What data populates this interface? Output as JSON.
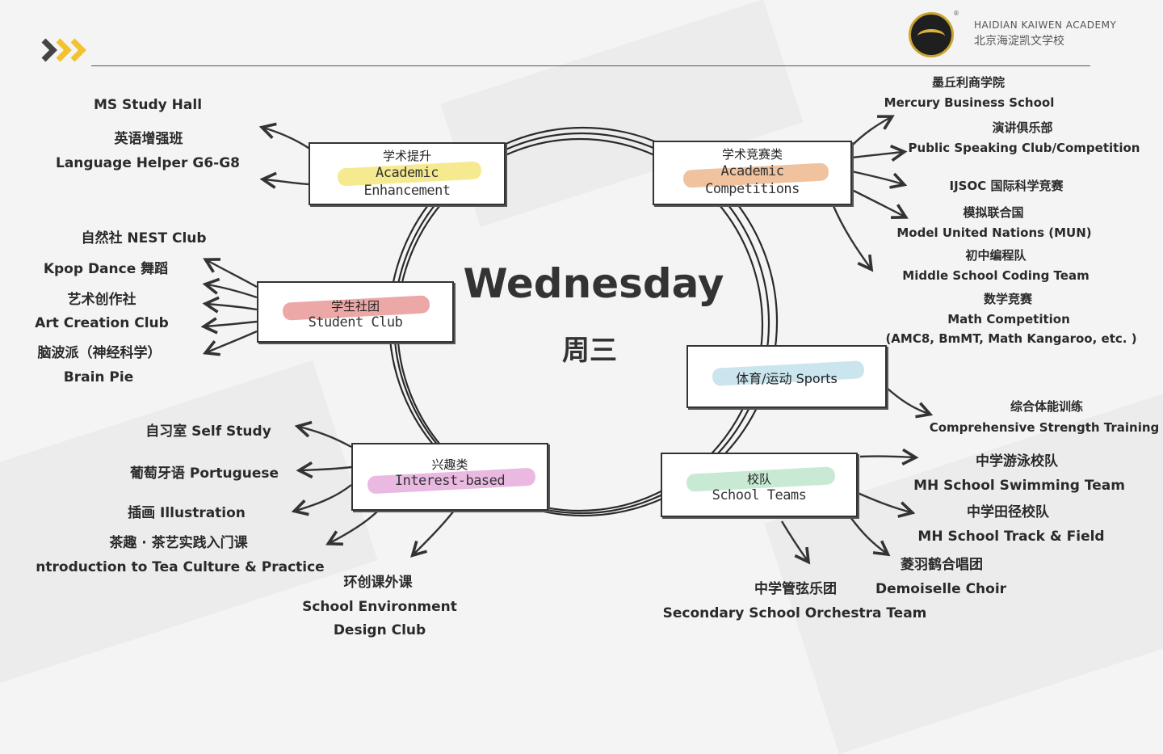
{
  "header": {
    "school_en": "HAIDIAN KAIWEN ACADEMY",
    "school_zh": "北京海淀凯文学校",
    "logo_reg": "®",
    "chevron_color": "#f2c230"
  },
  "center": {
    "title": "Wednesday",
    "subtitle": "周三"
  },
  "categories": {
    "academic_enhancement": {
      "zh": "学术提升",
      "en": "Academic Enhancement",
      "color": "#f3e36b"
    },
    "academic_competitions": {
      "zh": "学术竞赛类",
      "en": "Academic Competitions",
      "color": "#ecae7e"
    },
    "student_club": {
      "zh": "学生社团",
      "en": "Student Club",
      "color": "#e58a8a"
    },
    "sports": {
      "zh": "体育/运动 Sports",
      "color": "#b9dcea"
    },
    "interest_based": {
      "zh": "兴趣类",
      "en": "Interest-based",
      "color": "#e2a2d8"
    },
    "school_teams": {
      "zh": "校队",
      "en": "School Teams",
      "color": "#b6e3c6"
    }
  },
  "activities": {
    "ms_study_hall": "MS Study Hall",
    "lang_helper_zh": "英语增强班",
    "lang_helper_en": "Language Helper G6-G8",
    "mercury_zh": "墨丘利商学院",
    "mercury_en": "Mercury Business School",
    "speaking_zh": "演讲俱乐部",
    "speaking_en": "Public Speaking Club/Competition",
    "ijsoc": "IJSOC 国际科学竞赛",
    "mun_zh": "模拟联合国",
    "mun_en": "Model United Nations (MUN)",
    "coding_zh": "初中编程队",
    "coding_en": "Middle School Coding Team",
    "math_zh": "数学竞赛",
    "math_en": "Math Competition",
    "math_detail": "(AMC8, BmMT, Math Kangaroo, etc. )",
    "nest": "自然社 NEST Club",
    "kpop": "Kpop Dance 舞蹈",
    "art_zh": "艺术创作社",
    "art_en": "Art Creation Club",
    "brain_zh": "脑波派（神经科学）",
    "brain_en": "Brain Pie",
    "strength_zh": "综合体能训练",
    "strength_en": "Comprehensive Strength Training",
    "self_study": "自习室 Self Study",
    "portuguese": "葡萄牙语 Portuguese",
    "illustration": "插画 Illustration",
    "tea_zh": "茶趣 · 茶艺实践入门课",
    "tea_en": "ntroduction to Tea Culture & Practice",
    "env_zh": "环创课外课",
    "env_en1": "School Environment",
    "env_en2": "Design Club",
    "swim_zh": "中学游泳校队",
    "swim_en": "MH School Swimming Team",
    "track_zh": "中学田径校队",
    "track_en": "MH School Track & Field",
    "choir_zh": "菱羽鹤合唱团",
    "choir_en": "Demoiselle Choir",
    "orch_zh": "中学管弦乐团",
    "orch_en": "Secondary School Orchestra Team"
  }
}
